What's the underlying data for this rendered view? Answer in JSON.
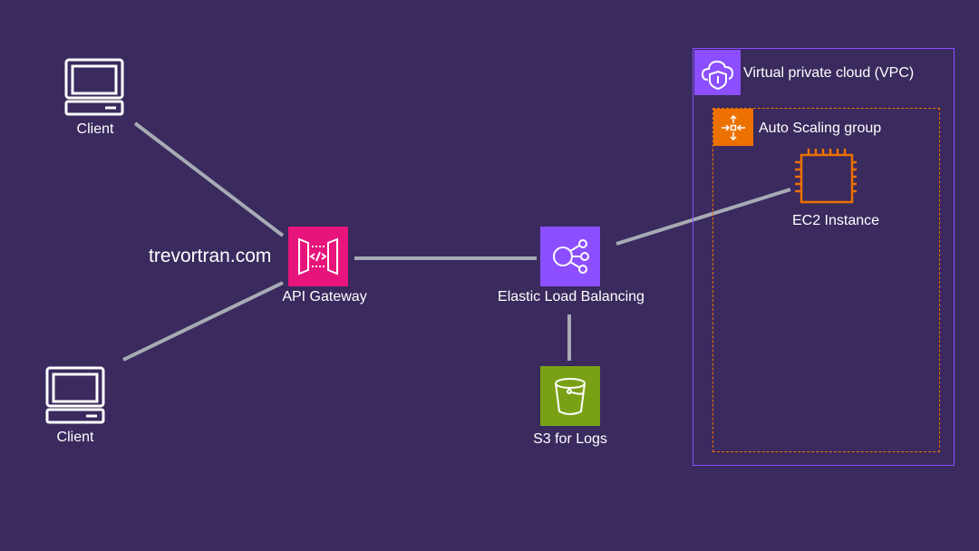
{
  "colors": {
    "background": "#3a2a5e",
    "connector": "#a7abb4",
    "api_gateway": "#e7157b",
    "load_balancer": "#8c4fff",
    "s3": "#7aa116",
    "vpc": "#8c4fff",
    "auto_scaling": "#ed7100",
    "ec2": "#ed7100"
  },
  "clients": [
    {
      "label": "Client",
      "icon": "desktop-client-icon"
    },
    {
      "label": "Client",
      "icon": "desktop-client-icon"
    }
  ],
  "domain": {
    "text": "trevortran.com"
  },
  "api_gateway": {
    "label": "API Gateway",
    "icon": "api-gateway-icon"
  },
  "load_balancer": {
    "label": "Elastic Load Balancing",
    "icon": "elastic-load-balancing-icon"
  },
  "s3": {
    "label": "S3 for Logs",
    "icon": "s3-bucket-icon"
  },
  "vpc": {
    "label": "Virtual private cloud (VPC)",
    "icon": "vpc-cloud-icon"
  },
  "auto_scaling": {
    "label": "Auto Scaling group",
    "icon": "auto-scaling-icon"
  },
  "ec2": {
    "label": "EC2 Instance",
    "icon": "ec2-chip-icon"
  }
}
